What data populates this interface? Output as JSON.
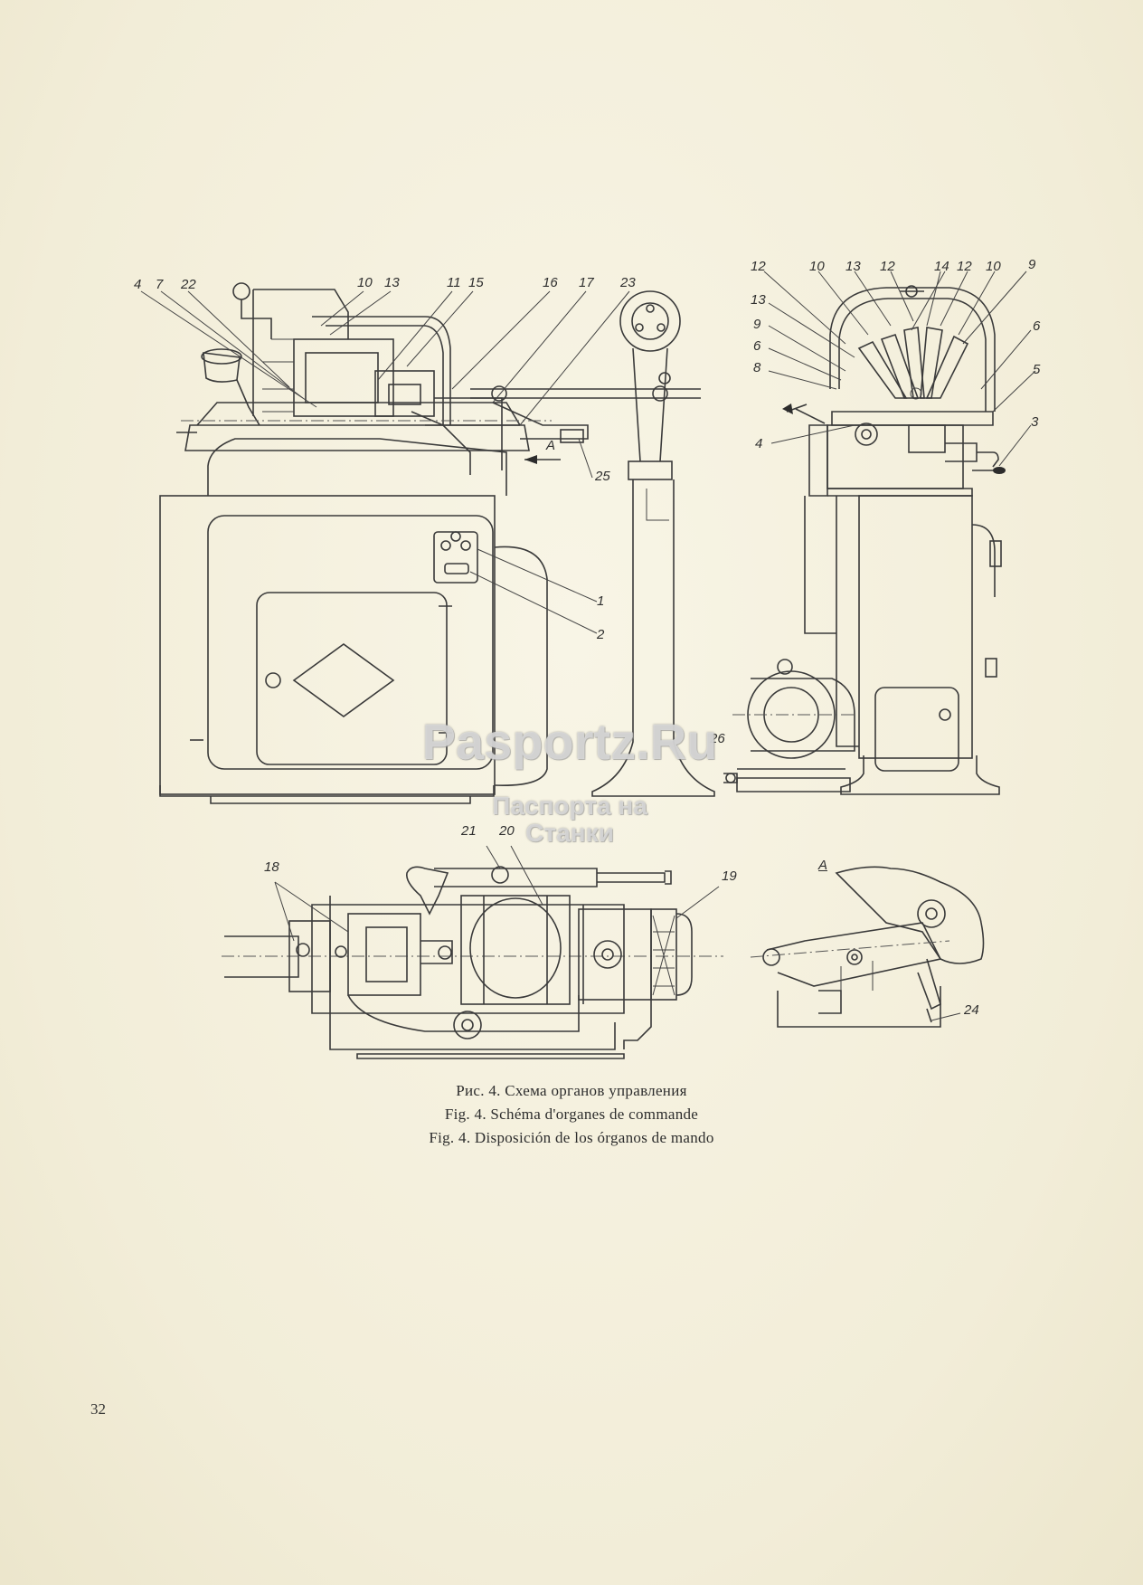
{
  "captions": {
    "ru": "Рис. 4. Схема органов управления",
    "fr": "Fig. 4. Schéma d'organes de commande",
    "es": "Fig. 4. Disposición de los órganos de mando"
  },
  "page_number": "32",
  "watermark": {
    "main": "Pasportz.Ru",
    "sub1": "Паспорта на",
    "sub2": "Станки"
  },
  "labels": {
    "l4": "4",
    "l7": "7",
    "l22": "22",
    "l10": "10",
    "l13": "13",
    "l11": "11",
    "l15": "15",
    "l16": "16",
    "l17": "17",
    "l23": "23",
    "lA": "A",
    "l25": "25",
    "l1": "1",
    "l2": "2",
    "r12a": "12",
    "r10a": "10",
    "r13a": "13",
    "r12b": "12",
    "r14": "14",
    "r12c": "12",
    "r10b": "10",
    "r9a": "9",
    "r13b": "13",
    "r9b": "9",
    "r6a": "6",
    "r6b": "6",
    "r8": "8",
    "r5": "5",
    "r4": "4",
    "r3": "3",
    "r26": "26",
    "b21": "21",
    "b20": "20",
    "b18": "18",
    "b19": "19",
    "bA": "A",
    "b24": "24"
  },
  "colors": {
    "paper": "#f5f1df",
    "ink": "#3a3a3a"
  }
}
